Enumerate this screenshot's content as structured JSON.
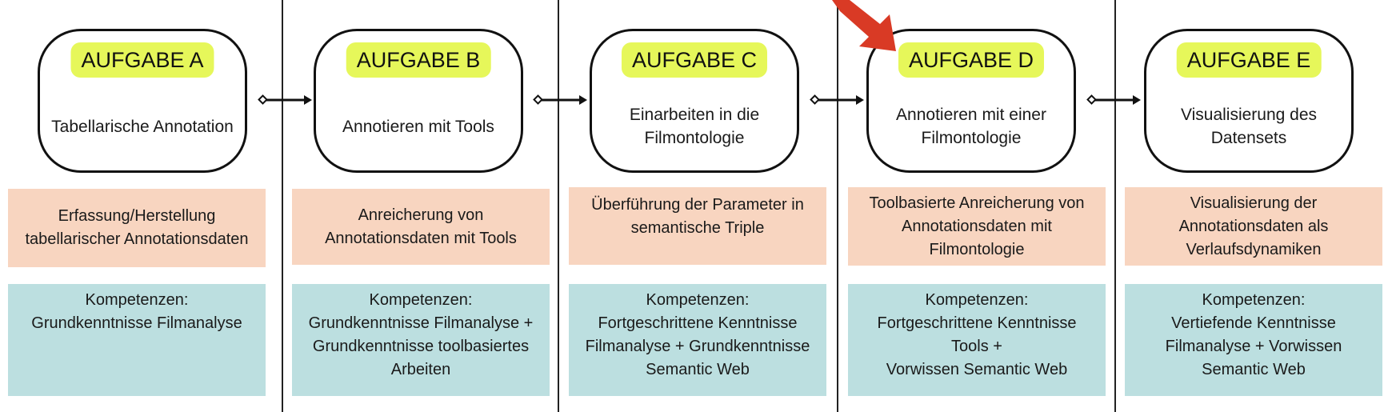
{
  "colors": {
    "badge": "#e6f75a",
    "description_box": "#f8d5c0",
    "competence_box": "#bcdfe0",
    "highlight_arrow": "#d93a25"
  },
  "highlight": {
    "task": "AUFGABE D",
    "icon": "red-arrow-icon"
  },
  "tasks": [
    {
      "badge": "AUFGABE A",
      "title": [
        "Tabellarische Annotation"
      ],
      "description": [
        "Erfassung/Herstellung",
        "tabellarischer Annotationsdaten"
      ],
      "competence": [
        "Kompetenzen:",
        "Grundkenntnisse Filmanalyse"
      ]
    },
    {
      "badge": "AUFGABE B",
      "title": [
        "Annotieren mit Tools"
      ],
      "description": [
        "Anreicherung von",
        "Annotationsdaten mit Tools"
      ],
      "competence": [
        "Kompetenzen:",
        "Grundkenntnisse Filmanalyse +",
        "Grundkenntnisse toolbasiertes",
        "Arbeiten"
      ]
    },
    {
      "badge": "AUFGABE C",
      "title": [
        "Einarbeiten in die",
        "Filmontologie"
      ],
      "description": [
        "Überführung der Parameter in",
        "semantische Triple"
      ],
      "competence": [
        "Kompetenzen:",
        "Fortgeschrittene Kenntnisse",
        "Filmanalyse + Grundkenntnisse",
        "Semantic Web"
      ]
    },
    {
      "badge": "AUFGABE D",
      "title": [
        "Annotieren mit einer",
        "Filmontologie"
      ],
      "description": [
        "Toolbasierte Anreicherung von",
        "Annotationsdaten mit",
        "Filmontologie"
      ],
      "competence": [
        "Kompetenzen:",
        "Fortgeschrittene Kenntnisse",
        "Tools +",
        "Vorwissen Semantic Web"
      ]
    },
    {
      "badge": "AUFGABE E",
      "title": [
        "Visualisierung des",
        "Datensets"
      ],
      "description": [
        "Visualisierung der",
        "Annotationsdaten als",
        "Verlaufsdynamiken"
      ],
      "competence": [
        "Kompetenzen:",
        "Vertiefende Kenntnisse",
        "Filmanalyse + Vorwissen",
        "Semantic Web"
      ]
    }
  ]
}
